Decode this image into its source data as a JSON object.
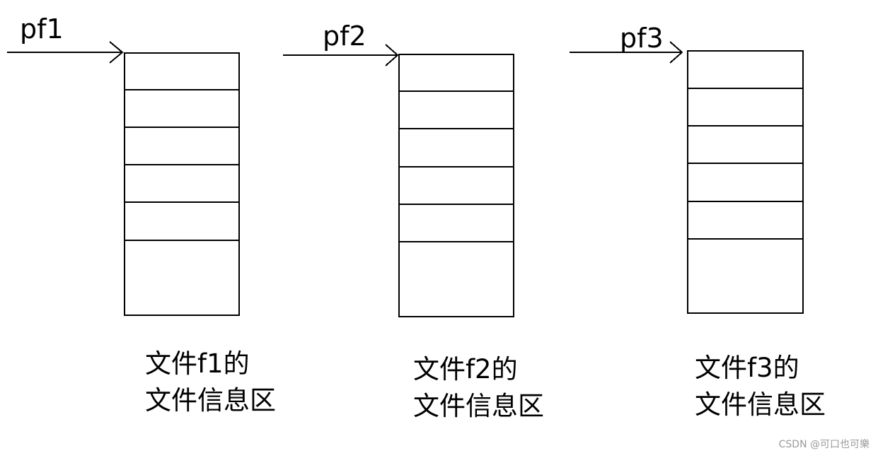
{
  "pointers": [
    {
      "label": "pf1"
    },
    {
      "label": "pf2"
    },
    {
      "label": "pf3"
    }
  ],
  "blocks": [
    {
      "caption_line1": "文件f1的",
      "caption_line2": "文件信息区"
    },
    {
      "caption_line1": "文件f2的",
      "caption_line2": "文件信息区"
    },
    {
      "caption_line1": "文件f3的",
      "caption_line2": "文件信息区"
    }
  ],
  "watermark": "CSDN @可口也可樂"
}
